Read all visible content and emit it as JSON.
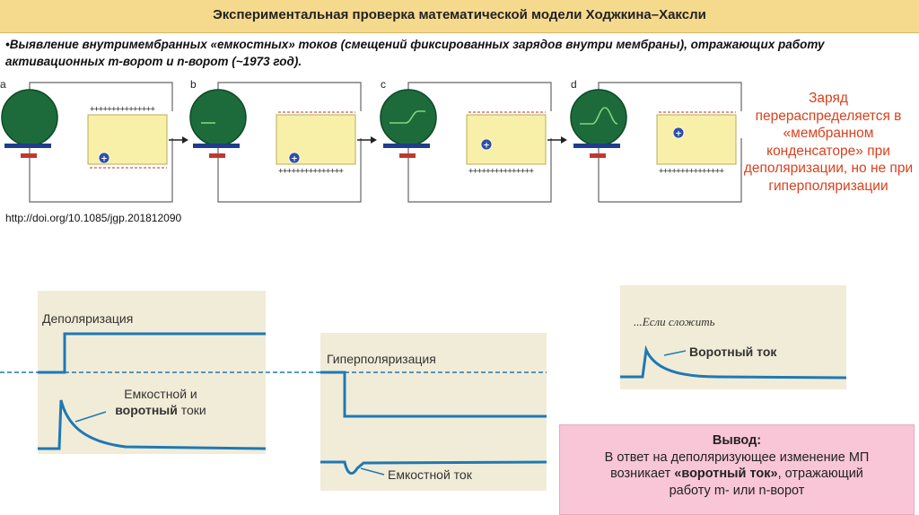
{
  "header": {
    "title": "Экспериментальная проверка математической модели Ходжкина–Хаксли"
  },
  "bullet": {
    "text": "•Выявление внутримембранных «емкостных» токов (смещений фиксированных зарядов внутри мембраны), отражающих работу  активационных m-ворот и n-ворот (~1973 год)."
  },
  "figure": {
    "panel_letters": [
      "a",
      "b",
      "c",
      "d"
    ],
    "plus_charge": "+",
    "doi": "http://doi.org/10.1085/jgp.201812090"
  },
  "side_note": {
    "text": "Заряд перераспределяется в «мембранном конденсаторе» при деполяризации, но не при гиперполяризации"
  },
  "traces": {
    "depol_label": "Деполяризация",
    "cap_and_gate_line1": "Емкостной и",
    "cap_and_gate_bold": "воротный",
    "cap_and_gate_rest": " токи",
    "hyper_label": "Гиперполяризация",
    "cap_label": "Емкостной ток",
    "sum_caption": "...Если сложить",
    "gate_label": "Воротный ток"
  },
  "conclusion": {
    "title": "Вывод:",
    "line1": "В ответ на деполяризующее изменение МП",
    "line2_pre": "возникает ",
    "line2_bold": "«воротный ток»",
    "line2_post": ", отражающий",
    "line3": "работу m- или n-ворот"
  },
  "colors": {
    "header_bg": "#f5d98d",
    "trace": "#1f78b4",
    "scope_green": "#1d6b3b",
    "capacitor": "#f8f0a8",
    "note_red": "#d9411e",
    "conclusion_bg": "#f8c6d6"
  }
}
